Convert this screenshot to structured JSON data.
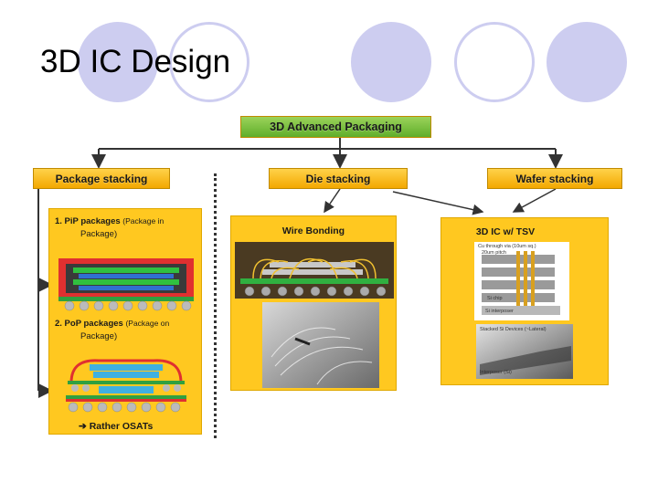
{
  "slide": {
    "title": "3D IC Design"
  },
  "diagram": {
    "root": "3D Advanced Packaging",
    "branches": {
      "package": "Package stacking",
      "die": "Die stacking",
      "wafer": "Wafer stacking"
    },
    "package_panel": {
      "item1_title": "1. PiP packages",
      "item1_paren": "(Package in",
      "item1_cont": "Package)",
      "item2_title": "2. PoP packages",
      "item2_paren": "(Package on",
      "item2_cont": "Package)",
      "footer": "➔ Rather OSATs"
    },
    "die_panel": {
      "title": "Wire Bonding"
    },
    "wafer_panel": {
      "title": "3D IC w/ TSV",
      "l1": "Cu through via (10um sq.)",
      "l2": "20um pitch",
      "l3": "Si chip",
      "l4": "Si interposer",
      "l5": "Stacked Si Devices (~Lateral)",
      "l6": "Interposer (Si)"
    }
  },
  "colors": {
    "accent_circle": "#cdcdf0",
    "panel": "#ffc820",
    "root": "#6ab42f"
  }
}
